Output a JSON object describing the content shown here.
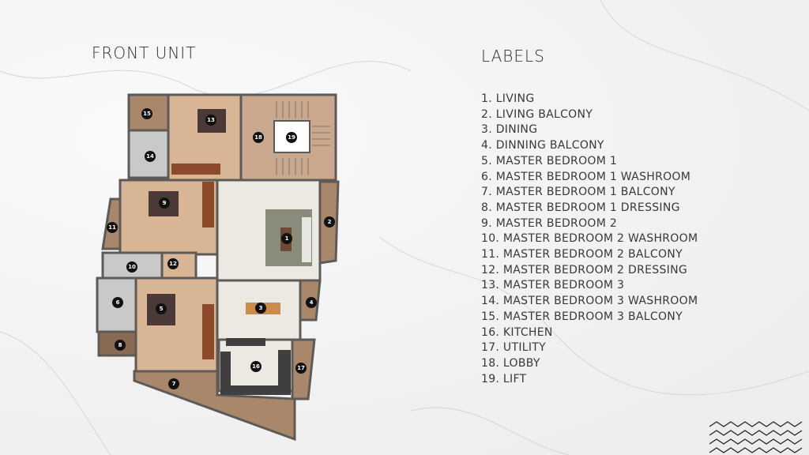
{
  "header": {
    "title": "FRONT UNIT",
    "labels_title": "LABELS"
  },
  "labels": [
    "1. LIVING",
    "2. LIVING BALCONY",
    "3. DINING",
    "4. DINNING BALCONY",
    "5. MASTER BEDROOM 1",
    "6. MASTER BEDROOM 1 WASHROOM",
    "7. MASTER BEDROOM 1 BALCONY",
    "8. MASTER BEDROOM 1 DRESSING",
    "9. MASTER BEDROOM 2",
    "10. MASTER BEDROOM 2 WASHROOM",
    "11. MASTER BEDROOM 2 BALCONY",
    "12. MASTER BEDROOM 2 DRESSING",
    "13. MASTER BEDROOM 3",
    "14. MASTER BEDROOM 3 WASHROOM",
    "15. MASTER BEDROOM 3 BALCONY",
    "16. KITCHEN",
    "17. UTILITY",
    "18. LOBBY",
    "19. LIFT"
  ],
  "plan_markers": [
    "1",
    "2",
    "3",
    "4",
    "5",
    "6",
    "7",
    "8",
    "9",
    "10",
    "11",
    "12",
    "13",
    "14",
    "15",
    "16",
    "17",
    "18",
    "19"
  ],
  "colors": {
    "wall": "#5e5a57",
    "wood": "#a8876a",
    "beige": "#d7b595",
    "marble": "#ece8e2",
    "tile": "#c9c9c9",
    "lobby": "#c9a88e",
    "rug": "#8a8b7b",
    "counter": "#3f3f3f"
  }
}
